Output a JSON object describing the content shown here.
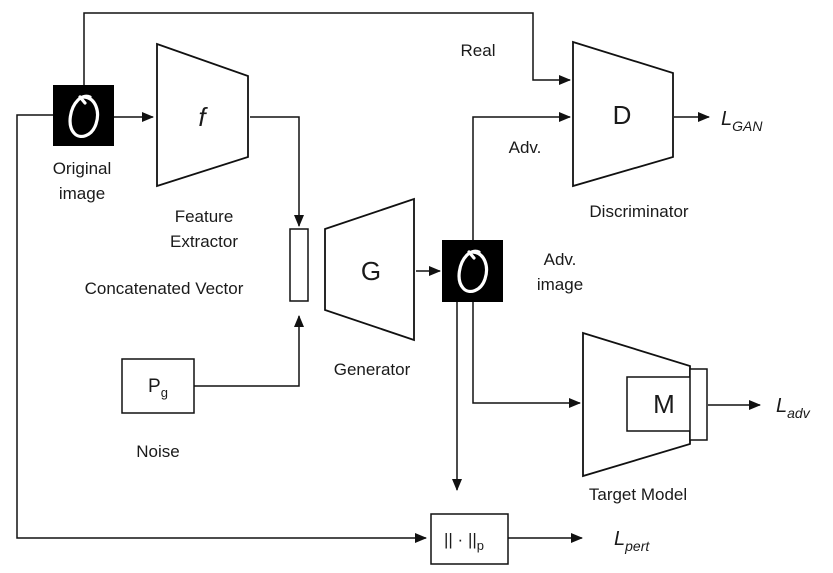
{
  "labels": {
    "real": "Real",
    "adv": "Adv.",
    "original_image_line1": "Original",
    "original_image_line2": "image",
    "feature_extractor_line1": "Feature",
    "feature_extractor_line2": "Extractor",
    "concatenated_vector": "Concatenated Vector",
    "noise": "Noise",
    "generator": "Generator",
    "adv_image_line1": "Adv.",
    "adv_image_line2": "image",
    "discriminator": "Discriminator",
    "target_model": "Target Model"
  },
  "blocks": {
    "feature_extractor_symbol": "f",
    "generator_symbol": "G",
    "discriminator_symbol": "D",
    "target_model_symbol": "M",
    "noise_symbol_base": "P",
    "noise_symbol_sub": "g",
    "norm_base": "|| · ||",
    "norm_sub": "p"
  },
  "losses": {
    "gan_base": "L",
    "gan_sub": "GAN",
    "adv_base": "L",
    "adv_sub": "adv",
    "pert_base": "L",
    "pert_sub": "pert"
  }
}
